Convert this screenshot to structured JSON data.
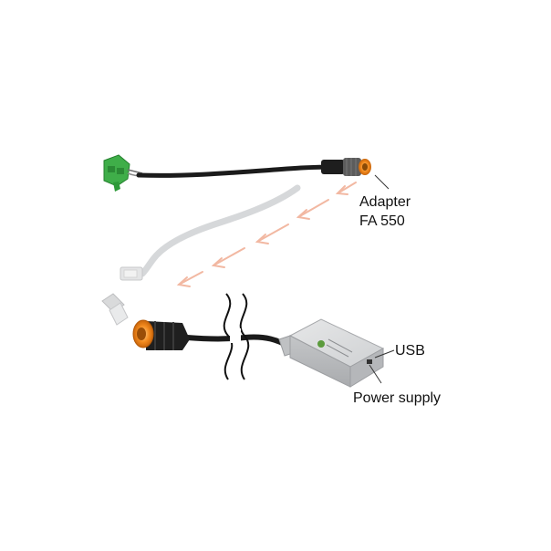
{
  "labels": {
    "adapter_line1": "Adapter",
    "adapter_line2": "FA 550",
    "usb": "USB",
    "power_supply": "Power supply"
  },
  "colors": {
    "arrow": "#f2b8a2",
    "connector_orange": "#f28a1e",
    "terminal_green": "#3fae49",
    "cable_black": "#1b1b1b",
    "cable_gray": "#d6d8da",
    "box_gray": "#c9cbcd"
  },
  "icons": [
    "arrow-icon",
    "terminal-block-icon",
    "m12-connector-icon",
    "rj45-plug-icon",
    "interface-box-icon",
    "cable-break-icon"
  ]
}
